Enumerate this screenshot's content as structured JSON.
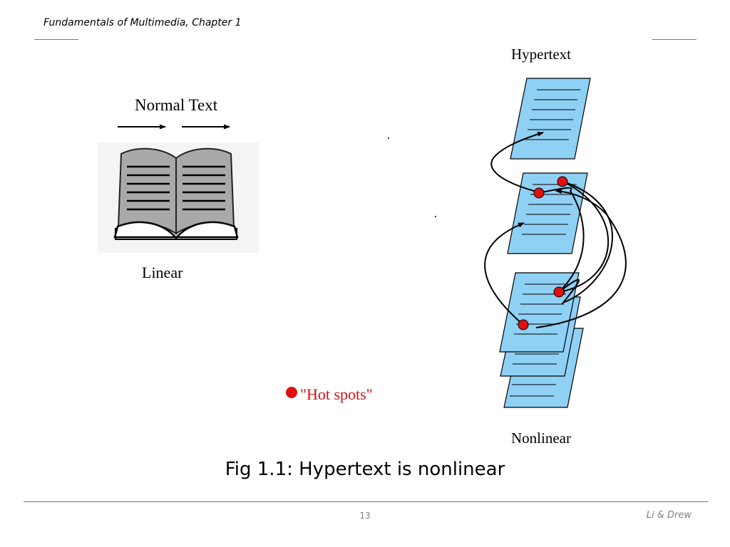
{
  "header": {
    "title": "Fundamentals of Multimedia, Chapter 1"
  },
  "linear": {
    "heading": "Normal Text",
    "label": "Linear"
  },
  "hypertext": {
    "heading": "Hypertext",
    "label": "Nonlinear"
  },
  "legend": {
    "hotspot_label": "\"Hot spots\""
  },
  "figure": {
    "caption": "Fig 1.1: Hypertext is nonlinear"
  },
  "footer": {
    "page_number": "13",
    "authors": "Li & Drew"
  },
  "colors": {
    "accent_rule": "#4f81bd",
    "page_fill": "#8fd0f5",
    "hotspot": "#e01010",
    "hotspot_text": "#d01010",
    "book_gray": "#a9a9a9"
  },
  "icons": [
    "open-book-icon",
    "arrow-right-icon",
    "arrow-down-icon",
    "hotspot-dot-icon",
    "page-icon"
  ]
}
